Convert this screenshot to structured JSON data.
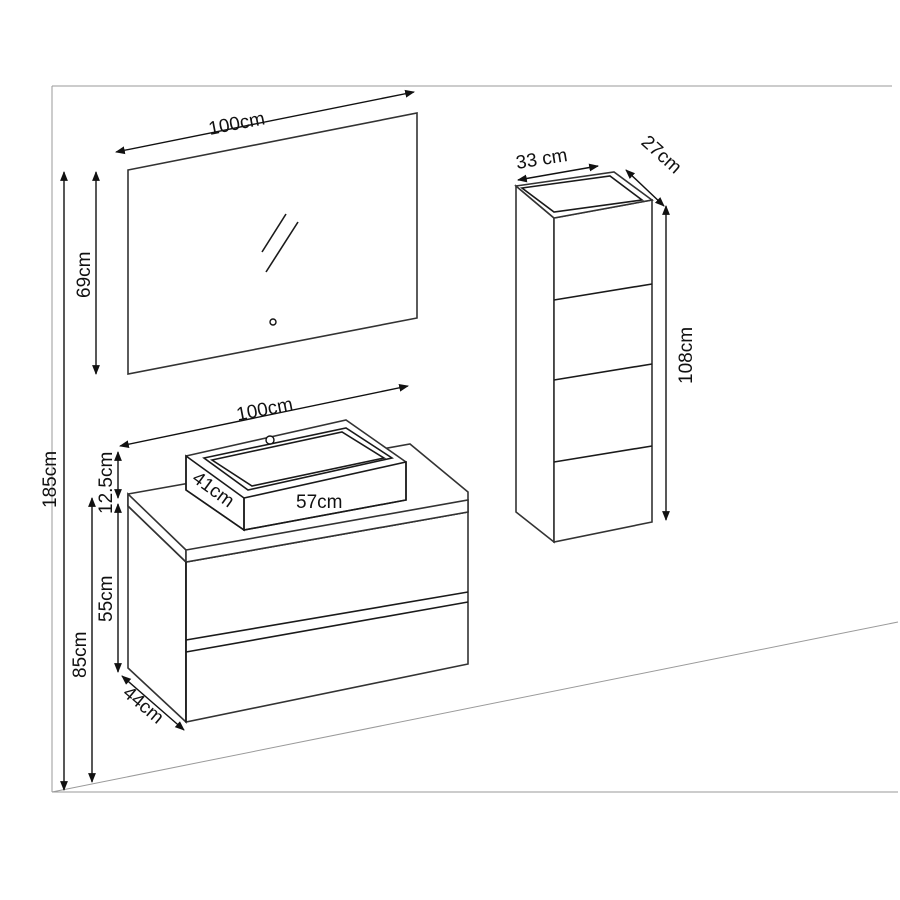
{
  "dimensions": {
    "mirror_width": "100cm",
    "mirror_height": "69cm",
    "total_height": "185cm",
    "cabinet_width": "100cm",
    "basin_height": "12.5cm",
    "basin_depth": "41cm",
    "basin_width": "57cm",
    "vanity_height": "55cm",
    "floor_to_top": "85cm",
    "vanity_depth": "44cm",
    "column_width": "33 cm",
    "column_depth": "27cm",
    "column_height": "108cm"
  },
  "colors": {
    "line": "#1a1a1a",
    "wall_line": "#9a9a9a",
    "background": "#ffffff"
  }
}
